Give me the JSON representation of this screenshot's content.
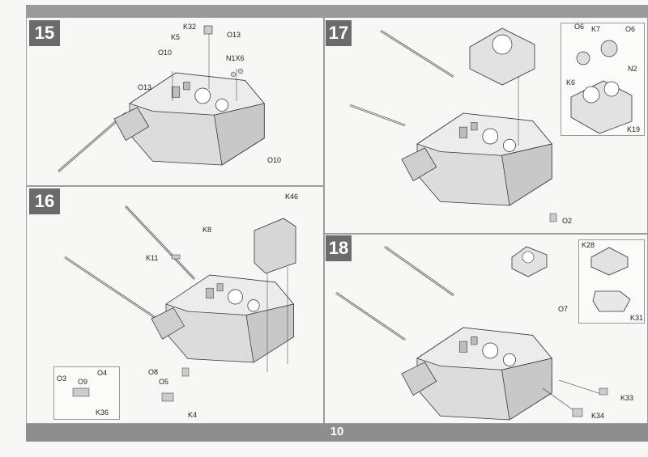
{
  "page": {
    "number": "10"
  },
  "steps": [
    {
      "number": "15",
      "labels": {
        "k32": "K32",
        "o13_top": "O13",
        "k5": "K5",
        "o10_left": "O10",
        "n1x6": "N1X6",
        "o13_left": "O13",
        "o10_right": "O10"
      }
    },
    {
      "number": "16",
      "labels": {
        "k46": "K46",
        "k8": "K8",
        "k11": "K11",
        "o8": "O8",
        "o5": "O5",
        "k4": "K4",
        "o3": "O3",
        "o9": "O9",
        "o4": "O4",
        "k36": "K36"
      }
    },
    {
      "number": "17",
      "labels": {
        "o6a": "O6",
        "k7": "K7",
        "o6b": "O6",
        "n2": "N2",
        "k6": "K6",
        "k19": "K19",
        "o2": "O2"
      }
    },
    {
      "number": "18",
      "labels": {
        "k28": "K28",
        "o7": "O7",
        "k31": "K31",
        "k33": "K33",
        "k34": "K34"
      }
    }
  ],
  "colors": {
    "header_bar": "#9a9a9a",
    "footer_bar": "#8e8e8e",
    "step_box": "#6b6b6b",
    "part_fill": "#d9d9d9",
    "line": "#333333"
  }
}
